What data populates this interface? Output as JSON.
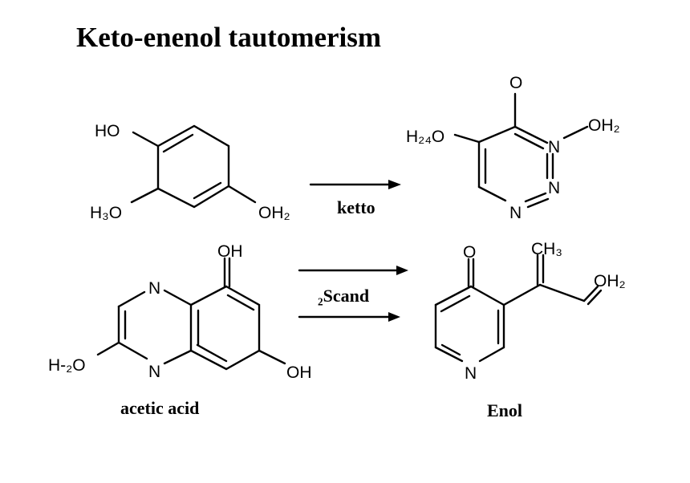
{
  "title": "Keto-enenol tautomerism",
  "molecule1": {
    "labels": {
      "ho": "HO",
      "h3o": "H₃O",
      "oh2": "OH₂"
    }
  },
  "arrow1": {
    "label": "ketto"
  },
  "molecule2": {
    "labels": {
      "o": "O",
      "h24o": "H₂₄O",
      "n1": "N",
      "oh2": "OH₂",
      "n2": "N",
      "n3": "N"
    }
  },
  "molecule3": {
    "labels": {
      "oh_top": "OH",
      "n_top": "N",
      "n_bottom": "N",
      "h2o": "H-₂O",
      "oh_bottom": "OH"
    },
    "caption": "acetic acid"
  },
  "arrow2": {
    "label": "₂Scand"
  },
  "molecule4": {
    "labels": {
      "o": "O",
      "ch3": "CH₃",
      "oh2": "OH₂",
      "n": "N"
    },
    "caption": "Enol"
  }
}
